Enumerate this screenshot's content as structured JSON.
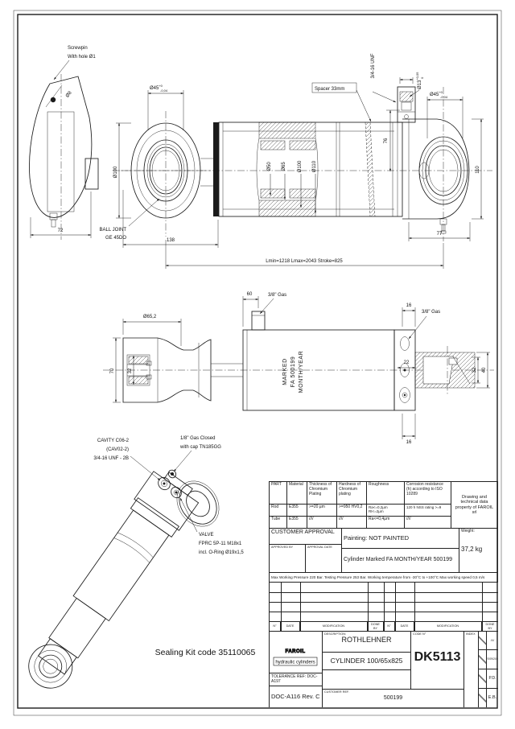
{
  "top": {
    "screwpin1": "Screwpin",
    "screwpin2": "With hole Ø1",
    "hole": "Ø8",
    "d72": "72",
    "d100": "Ø100",
    "d45": {
      "b": "Ø45",
      "s": "+0",
      "i": "-0,04"
    },
    "ball1": "BALL JOINT",
    "ball2": "GE 45DO",
    "spacer": "Spacer 33mm",
    "p50": "Ø50",
    "p65": "Ø65",
    "p100": "Ø100",
    "p110": "Ø110",
    "d138": "138",
    "unf": "3/4-16 UNF",
    "d13": {
      "b": "Ø13",
      "s": "+0,05",
      "i": "0"
    },
    "d76": "76",
    "d45r": {
      "b": "Ø45",
      "s": "+0",
      "i": "-0,04"
    },
    "d110": "110",
    "d77": "77",
    "overall": "Lmin=1218 Lmax=2043 Stroke=825"
  },
  "mid": {
    "d60": "60",
    "gas1": "3/8\" Gas",
    "d652": "Ø65,2",
    "d70": "70",
    "d32l": "32",
    "marked1": "MARKED",
    "marked2": "FA 500199",
    "marked3": "MONTH/YEAR",
    "d16t": "16",
    "gas2": "3/8\" Gas",
    "d22": "22",
    "d32r": "32",
    "d40": "40",
    "d16b": "16"
  },
  "iso": {
    "cavity1": "CAVITY C06-2",
    "cavity2": "(CAV02-2)",
    "cavity3": "3/4-16 UNF - 2B",
    "gasclosed1": "1/8\" Gas Closed",
    "gasclosed2": "with cap TN185GG",
    "valve1": "VALVE",
    "valve2": "FPRC 5P-11 M18x1",
    "valve3": "incl. O-Ring Ø19x1,5",
    "sealing": "Sealing Kit code 35110065"
  },
  "materials": {
    "h": [
      "PART",
      "Material",
      "Thickness of Chromium Plating",
      "Hardness of Chromium plating",
      "Roughness",
      "Corrosion resistance (h) according to ISO 10289"
    ],
    "note": "Drawing and technical data property of FAROIL srl",
    "rod": {
      "part": "Rod",
      "mat": "E355",
      "thick": ">=20 µm",
      "hard": ">=950 HV0,2",
      "rough": "Ra<=0,2µm Rt<=2µm",
      "corr": "120 h NSS rating >=9"
    },
    "tube": {
      "part": "Tube",
      "mat": "E355",
      "thick": "////",
      "hard": "////",
      "rough": "Ra<=0,4µm",
      "corr": "////"
    }
  },
  "approval": {
    "title": "CUSTOMER APPROVAL",
    "by": "APPROVED BY",
    "date": "APPROVAL DATE",
    "painting": "Painting: NOT PAINTED",
    "marked": "Cylinder Marked FA MONTH/YEAR 500199",
    "weight_label": "Weight:",
    "weight": "37,2 kg",
    "conditions": "Max Working Pressure 220 Bar. Testing Pressure 253 Bar. Working temperature from -30°C to +100°C Max working speed 0,5 m/s"
  },
  "revision": {
    "h": [
      "N°",
      "DATE",
      "MODIFICATION",
      "DONE BY",
      "N°",
      "DATE",
      "MODIFICATION",
      "DONE BY"
    ]
  },
  "block": {
    "logo": "FAROIL",
    "logo_sub": "hydraulic cylinders",
    "desc_label": "DESCRIPTION:",
    "desc1": "ROTHLEHNER",
    "desc2": "CYLINDER 100/65x825",
    "code_label": "CODE N°",
    "code": "DK5113",
    "index_label": "INDEX",
    "tol": "TOLERANCE REF: DOC-A197",
    "doc": "DOC-A116 Rev. C",
    "cust_label": "CUSTOMER REF.",
    "cust": "500199",
    "r1": "////",
    "r2": "07/09/2016",
    "r3": "P.D.",
    "r4": "E.B."
  }
}
